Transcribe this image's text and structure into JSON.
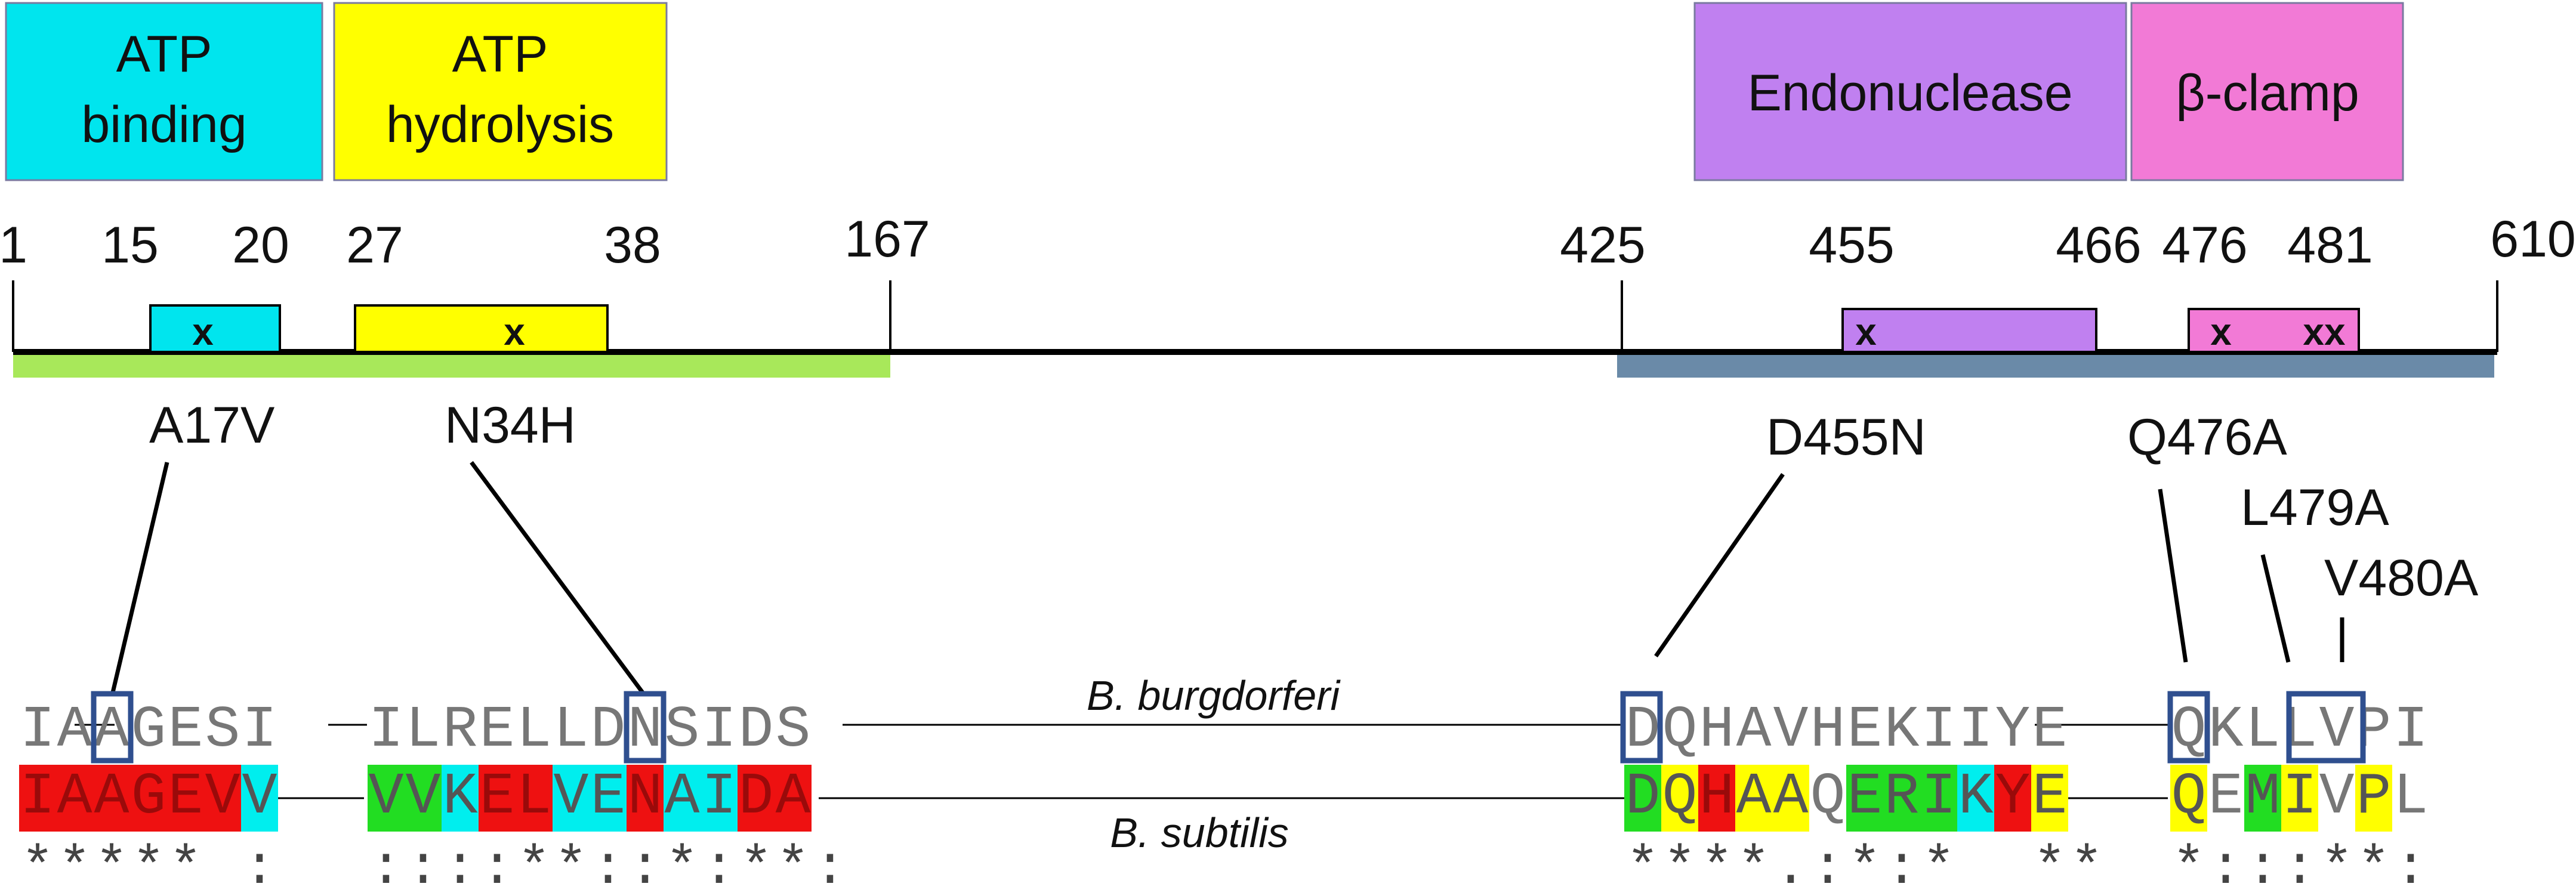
{
  "domains": {
    "atp_binding": {
      "line1": "ATP",
      "line2": "binding",
      "color": "#00e5ee"
    },
    "atp_hydrolysis": {
      "line1": "ATP",
      "line2": "hydrolysis",
      "color": "#ffff00"
    },
    "endonuclease": {
      "label": "Endonuclease",
      "color": "#c080f0"
    },
    "beta_clamp": {
      "label": "β-clamp",
      "color": "#f27ad6"
    }
  },
  "positions": [
    "1",
    "15",
    "20",
    "27",
    "38",
    "167",
    "425",
    "455",
    "466",
    "476",
    "481",
    "610"
  ],
  "markers": {
    "x1": "x",
    "x2": "x",
    "x3": "x",
    "x4": "x",
    "x5": "xx"
  },
  "mutations": [
    "A17V",
    "N34H",
    "D455N",
    "Q476A",
    "L479A",
    "V480A"
  ],
  "species": {
    "top": "B. burgdorferi",
    "bottom": "B. subtilis"
  },
  "colors": {
    "n_term_bar": "#a8e85a",
    "c_term_bar": "#6a8aa8",
    "box_outline": "#2f4f8f",
    "red": "#ee1111",
    "green": "#22dd22",
    "cyan": "#00eeee",
    "yellow": "#ffff00"
  },
  "alignment": {
    "burgdorferi": {
      "block1": "IAAGESI",
      "block2": "ILRELLDNSIDS",
      "block3": "DQHAVHEKIIYE",
      "block4": "QKLLVPI"
    },
    "subtilis": {
      "block1": "IAAGEVV",
      "block2": "VVKELVENAIDA",
      "block3": "DQHAAQERIKYE",
      "block4": "QEMIVPL"
    },
    "conservation": {
      "block1": "***** :",
      "block2": "::::**::*:**:",
      "block3": "****.:*:*  **",
      "block4": "*:::**:"
    }
  }
}
